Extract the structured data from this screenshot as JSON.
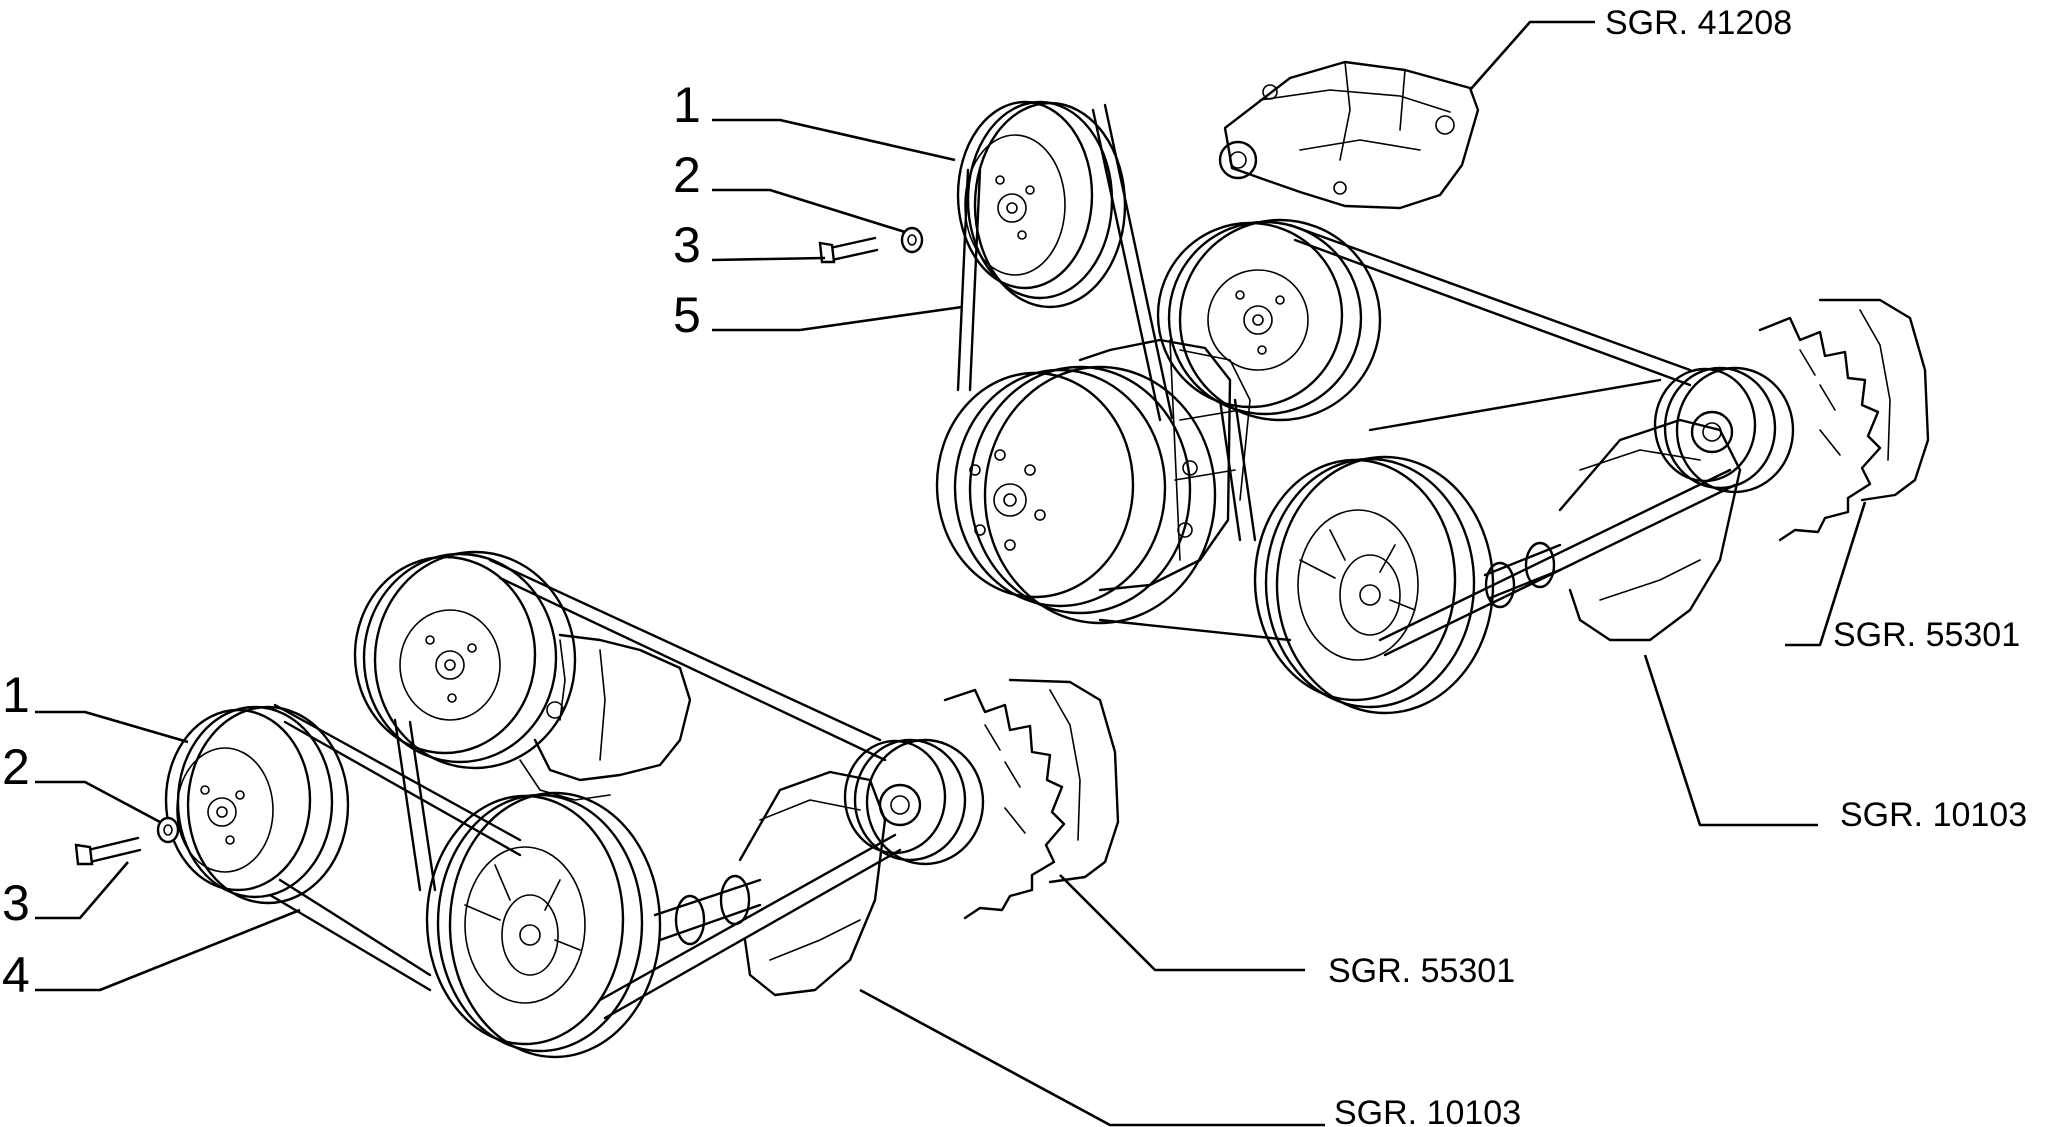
{
  "callouts_top": [
    "1",
    "2",
    "3",
    "5"
  ],
  "callouts_bottom": [
    "1",
    "2",
    "3",
    "4"
  ],
  "refs": {
    "power_steering_pump": "SGR. 41208",
    "alternator_top": "SGR. 55301",
    "engine_top": "SGR. 10103",
    "alternator_bottom": "SGR. 55301",
    "engine_bottom": "SGR. 10103"
  }
}
